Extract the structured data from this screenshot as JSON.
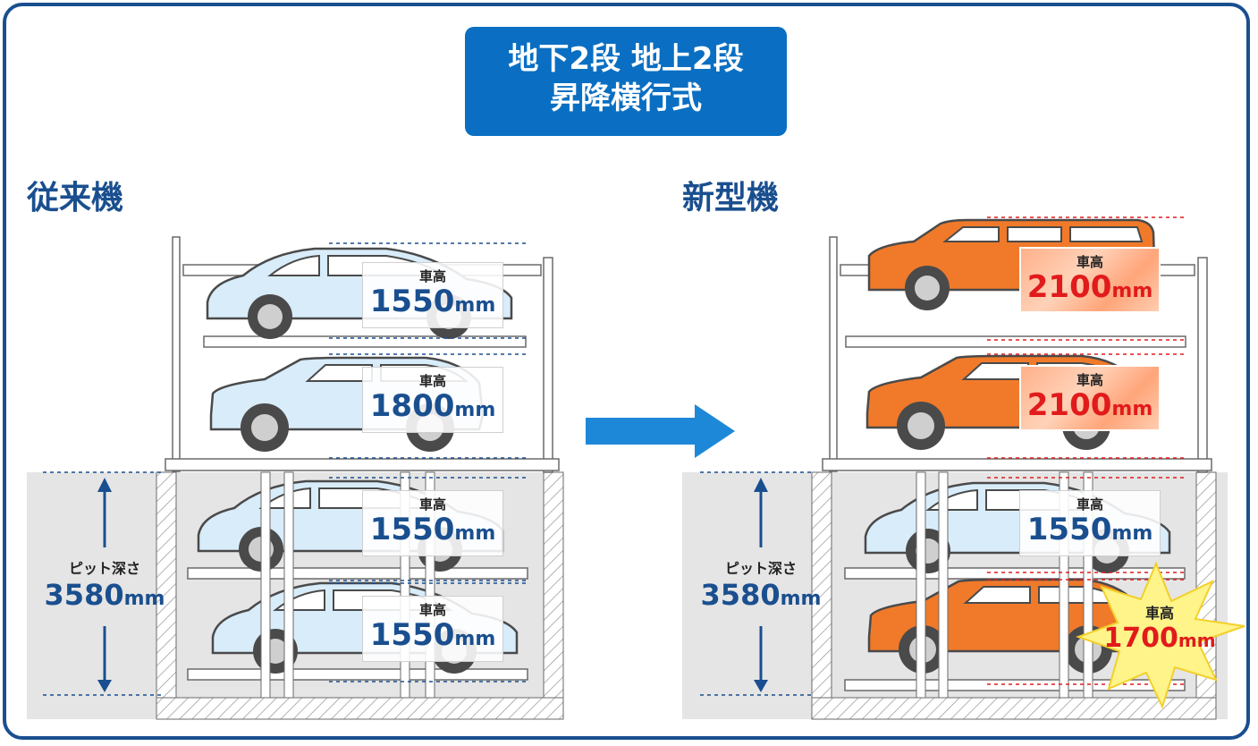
{
  "title": {
    "line1": "地下2段 地上2段",
    "line2": "昇降横行式"
  },
  "sections": {
    "old_label": "従来機",
    "new_label": "新型機"
  },
  "common": {
    "car_height_label": "車高",
    "pit_depth_label": "ピット深さ",
    "unit": "mm"
  },
  "old_machine": {
    "levels": [
      {
        "height": "1550"
      },
      {
        "height": "1800"
      },
      {
        "height": "1550"
      },
      {
        "height": "1550"
      }
    ],
    "pit_depth": "3580"
  },
  "new_machine": {
    "levels": [
      {
        "height": "2100"
      },
      {
        "height": "2100"
      },
      {
        "height": "1550"
      },
      {
        "height": "1700"
      }
    ],
    "pit_depth": "3580"
  },
  "colors": {
    "frame": "#1a4f8f",
    "title_bg": "#0a6fc2",
    "arrow": "#1e88d8",
    "old_car": "#d8ecfa",
    "new_car": "#f07a2a",
    "highlight_text": "#e11b1b"
  }
}
